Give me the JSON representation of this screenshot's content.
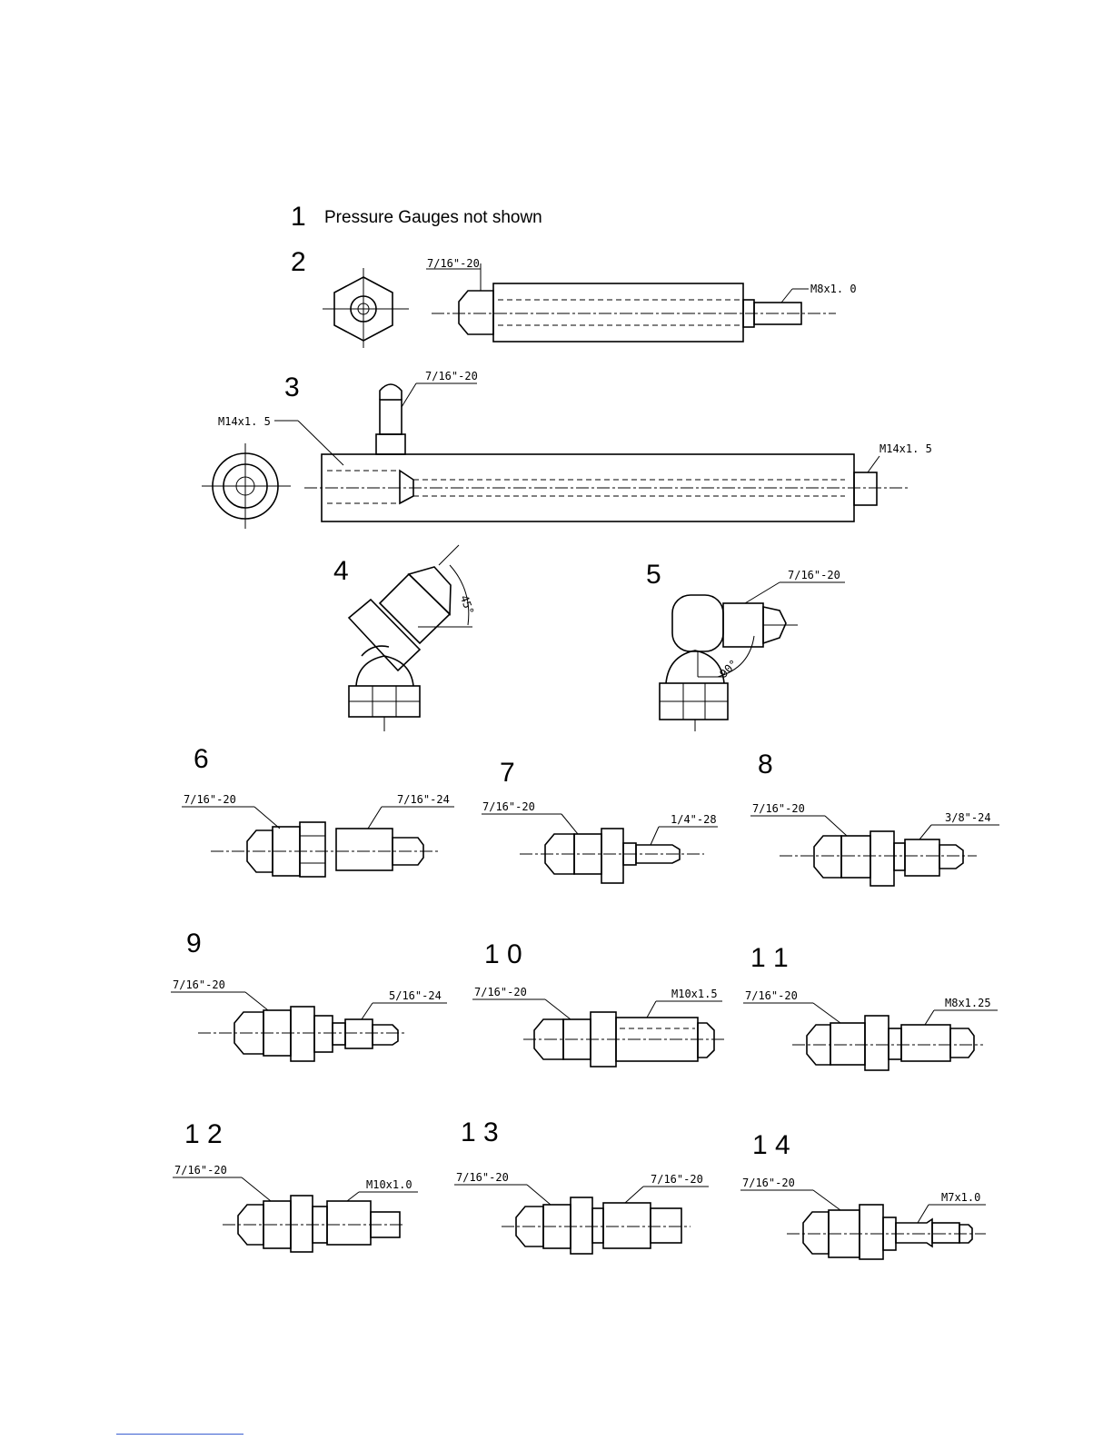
{
  "items": [
    {
      "num": "1",
      "note": "Pressure Gauges not shown"
    },
    {
      "num": "2",
      "labels": [
        "7/16\"-20",
        "M8x1. 0"
      ]
    },
    {
      "num": "3",
      "labels": [
        "7/16\"-20",
        "M14x1. 5",
        "M14x1. 5"
      ]
    },
    {
      "num": "4",
      "labels": [
        "45°"
      ]
    },
    {
      "num": "5",
      "labels": [
        "7/16\"-20",
        "90°"
      ]
    },
    {
      "num": "6",
      "labels": [
        "7/16\"-20",
        "7/16\"-24"
      ]
    },
    {
      "num": "7",
      "labels": [
        "7/16\"-20",
        "1/4\"-28"
      ]
    },
    {
      "num": "8",
      "labels": [
        "7/16\"-20",
        "3/8\"-24"
      ]
    },
    {
      "num": "9",
      "labels": [
        "7/16\"-20",
        "5/16\"-24"
      ]
    },
    {
      "num": "1 0",
      "labels": [
        "7/16\"-20",
        "M10x1.5"
      ]
    },
    {
      "num": "1 1",
      "labels": [
        "7/16\"-20",
        "M8x1.25"
      ]
    },
    {
      "num": "1 2",
      "labels": [
        "7/16\"-20",
        "M10x1.0"
      ]
    },
    {
      "num": "1 3",
      "labels": [
        "7/16\"-20",
        "7/16\"-20"
      ]
    },
    {
      "num": "1 4",
      "labels": [
        "7/16\"-20",
        "M7x1.0"
      ]
    }
  ]
}
